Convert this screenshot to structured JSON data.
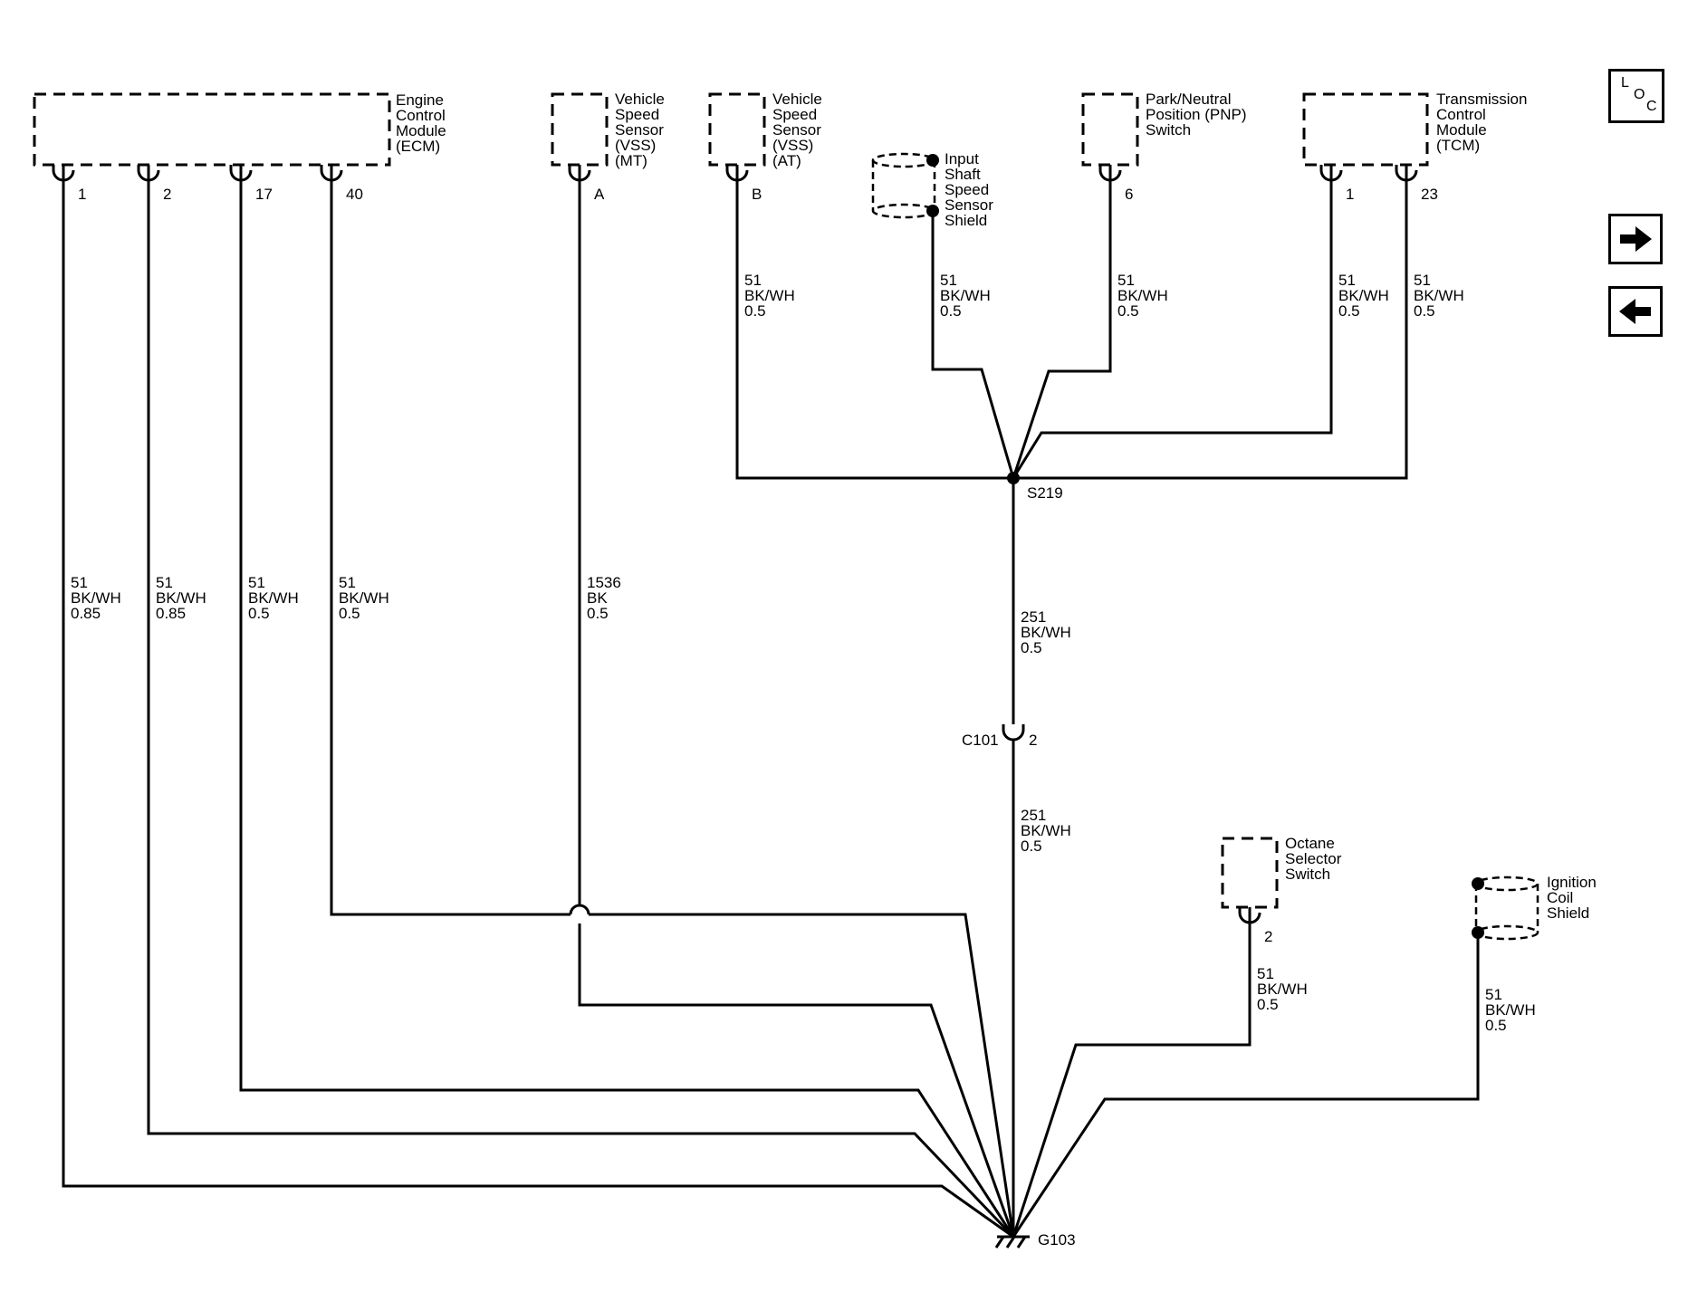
{
  "components": {
    "ecm": [
      "Engine",
      "Control",
      "Module",
      "(ECM)"
    ],
    "vss_mt": [
      "Vehicle",
      "Speed",
      "Sensor",
      "(VSS)",
      "(MT)"
    ],
    "vss_at": [
      "Vehicle",
      "Speed",
      "Sensor",
      "(VSS)",
      "(AT)"
    ],
    "input_shield": [
      "Input",
      "Shaft",
      "Speed",
      "Sensor",
      "Shield"
    ],
    "pnp": [
      "Park/Neutral",
      "Position (PNP)",
      "Switch"
    ],
    "tcm": [
      "Transmission",
      "Control",
      "Module",
      "(TCM)"
    ],
    "octane": [
      "Octane",
      "Selector",
      "Switch"
    ],
    "ignition_shield": [
      "Ignition",
      "Coil",
      "Shield"
    ]
  },
  "pins": {
    "ecm_1": "1",
    "ecm_2": "2",
    "ecm_17": "17",
    "ecm_40": "40",
    "vss_mt": "A",
    "vss_at": "B",
    "pnp": "6",
    "tcm_1": "1",
    "tcm_23": "23",
    "octane": "2",
    "c101": "2"
  },
  "wire_labels": {
    "ecm_1": [
      "51",
      "BK/WH",
      "0.85"
    ],
    "ecm_2": [
      "51",
      "BK/WH",
      "0.85"
    ],
    "ecm_17": [
      "51",
      "BK/WH",
      "0.5"
    ],
    "ecm_40": [
      "51",
      "BK/WH",
      "0.5"
    ],
    "vss_mt": [
      "1536",
      "BK",
      "0.5"
    ],
    "vss_at": [
      "51",
      "BK/WH",
      "0.5"
    ],
    "input_shield": [
      "51",
      "BK/WH",
      "0.5"
    ],
    "pnp": [
      "51",
      "BK/WH",
      "0.5"
    ],
    "tcm_1": [
      "51",
      "BK/WH",
      "0.5"
    ],
    "tcm_23": [
      "51",
      "BK/WH",
      "0.5"
    ],
    "trunk_upper": [
      "251",
      "BK/WH",
      "0.5"
    ],
    "trunk_lower": [
      "251",
      "BK/WH",
      "0.5"
    ],
    "octane": [
      "51",
      "BK/WH",
      "0.5"
    ],
    "ignition_shield": [
      "51",
      "BK/WH",
      "0.5"
    ]
  },
  "nodes": {
    "splice": "S219",
    "connector": "C101",
    "ground": "G103"
  },
  "nav": {
    "loc": [
      "L",
      "O",
      "C"
    ]
  }
}
